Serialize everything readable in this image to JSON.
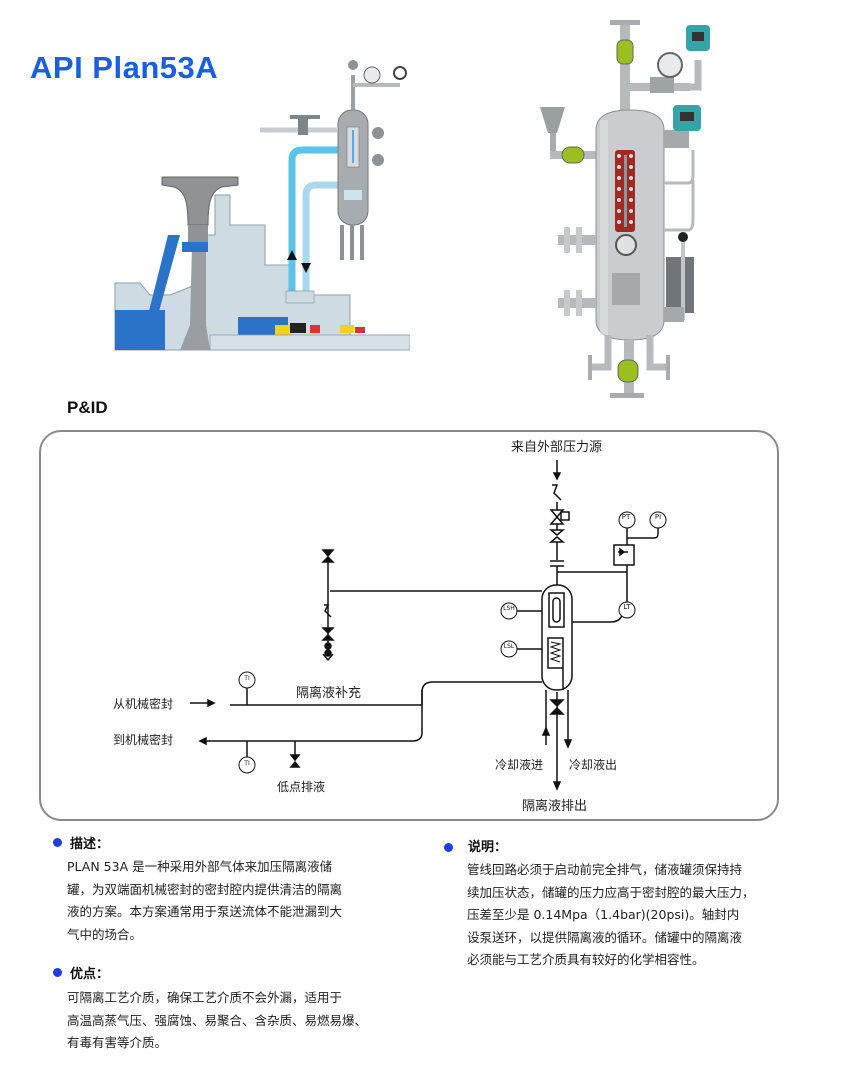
{
  "header": {
    "title": "API Plan53A",
    "title_color": "#1a5fe0"
  },
  "illustrations": {
    "left": "pump-seal-cross-section-with-reservoir",
    "right": "seal-pot-reservoir-3d-render"
  },
  "pid": {
    "title": "P&ID",
    "labels": {
      "pressure_source": "来自外部压力源",
      "barrier_fill": "隔离液补充",
      "from_seal": "从机械密封",
      "to_seal": "到机械密封",
      "low_drain": "低点排液",
      "coolant_in": "冷却液进",
      "coolant_out": "冷却液出",
      "barrier_drain": "隔离液排出"
    },
    "instruments": {
      "pt": "PT",
      "pi": "PI",
      "lt": "LT",
      "lsh": "LSH",
      "lsl": "LSL",
      "ti_top": "TI",
      "ti_bottom": "TI"
    }
  },
  "sections": {
    "description": {
      "heading": "描述：",
      "lines": [
        "PLAN 53A  是一种采用外部气体来加压隔离液储",
        "罐，为双端面机械密封的密封腔内提供清洁的隔离",
        "液的方案。本方案通常用于泵送流体不能泄漏到大",
        "气中的场合。"
      ]
    },
    "advantages": {
      "heading": "优点：",
      "lines": [
        "可隔离工艺介质，确保工艺介质不会外漏，适用于",
        "高温高蒸气压、强腐蚀、易聚合、含杂质、易燃易爆、",
        "有毒有害等介质。"
      ]
    },
    "notes": {
      "heading": "说明：",
      "lines": [
        "管线回路必须于启动前完全排气，储液罐须保持持",
        "续加压状态，储罐的压力应高于密封腔的最大压力，",
        "压差至少是  0.14Mpa（1.4bar)(20psi)。轴封内",
        "设泵送环，以提供隔离液的循环。储罐中的隔离液",
        "必须能与工艺介质具有较好的化学相容性。"
      ]
    },
    "bullet_color": "#1f3de0"
  }
}
